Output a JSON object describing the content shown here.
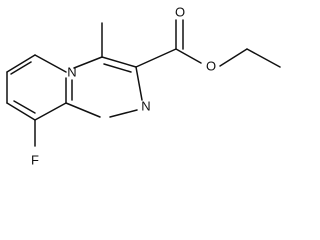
{
  "structure": {
    "atoms": {
      "N1": "N",
      "N2": "N",
      "O1": "O",
      "O2": "O",
      "F": "F"
    }
  }
}
